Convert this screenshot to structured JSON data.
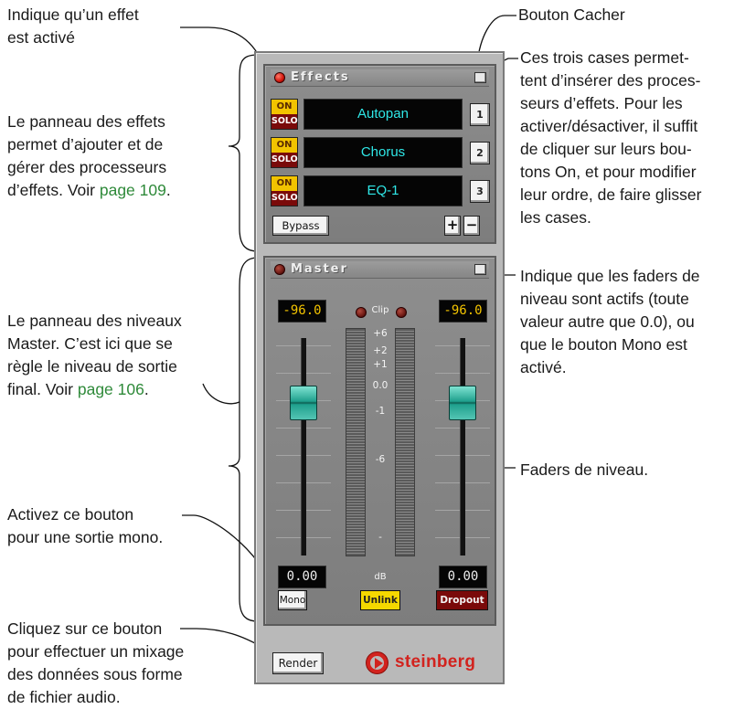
{
  "annotations": {
    "effect_active": "Indique qu’un effet\nest activé",
    "hide_button": "Bouton Cacher",
    "three_slots": "Ces trois cases permet-\ntent d’insérer des proces-\nseurs d’effets. Pour les\nactiver/désactiver, il suffit\nde cliquer sur leurs bou-\ntons On, et pour modifier\nleur ordre, de faire glisser\nles cases.",
    "fx_panel_text": "Le panneau des effets\npermet d’ajouter et de\ngérer des processeurs\nd’effets. Voir ",
    "fx_panel_link": "page 109",
    "fx_panel_end": ".",
    "fader_active": "Indique que les faders de\nniveau sont actifs (toute\nvaleur autre que 0.0), ou\nque le bouton Mono est\nactivé.",
    "master_panel_text": "Le panneau des niveaux\nMaster. C’est ici que se\nrègle le niveau de sortie\nfinal. Voir ",
    "master_panel_link": "page 106",
    "master_panel_end": ".",
    "level_faders": "Faders de niveau.",
    "mono_button": "Activez ce bouton\npour une sortie mono.",
    "render_button": "Cliquez sur ce bouton\npour effectuer un mixage\ndes données sous forme\nde fichier audio."
  },
  "effects_panel": {
    "title": "Effects",
    "on_label": "ON",
    "solo_label": "SOLO",
    "slots": [
      {
        "name": "Autopan",
        "number": "1"
      },
      {
        "name": "Chorus",
        "number": "2"
      },
      {
        "name": "EQ-1",
        "number": "3"
      }
    ],
    "bypass_label": "Bypass",
    "add_label": "+",
    "remove_label": "−"
  },
  "master_panel": {
    "title": "Master",
    "left_level": "-96.0",
    "right_level": "-96.0",
    "clip_label": "Clip",
    "scale": [
      "+6",
      "+2",
      "+1",
      "0.0",
      "-1",
      "-6",
      "-"
    ],
    "db_label": "dB",
    "left_fader_value": "0.00",
    "right_fader_value": "0.00",
    "mono_label": "Mono",
    "unlink_label": "Unlink",
    "dropout_label": "Dropout"
  },
  "footer": {
    "render_label": "Render",
    "brand": "steinberg"
  },
  "colors": {
    "link": "#2f8a3a",
    "led_red": "#d2140a",
    "fx_name": "#2fe7e7",
    "on_yellow": "#f2c300",
    "solo_red": "#7a0a0a",
    "fader_knob": "#1fa08d",
    "brand_red": "#d2231e"
  }
}
